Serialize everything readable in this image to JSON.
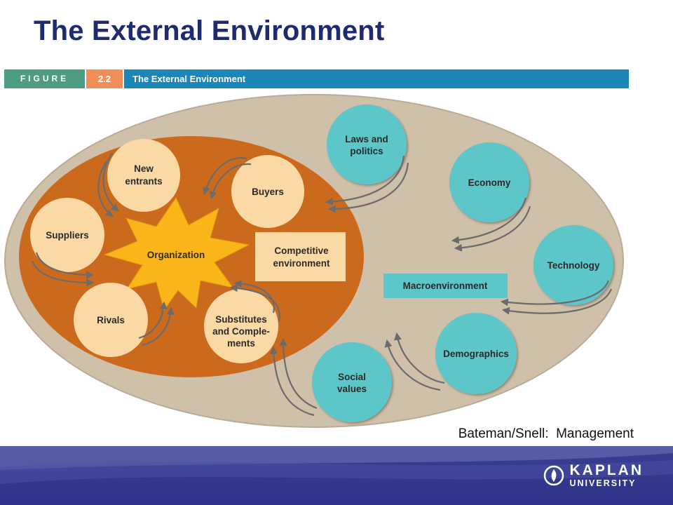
{
  "slide": {
    "title": "The External Environment",
    "credit": "Bateman/Snell:  Management"
  },
  "figure_header": {
    "word": "FIGURE",
    "number": "2.2",
    "caption": "The External Environment"
  },
  "diagram": {
    "center_label": "Organization",
    "competitive_box": [
      "Competitive",
      "environment"
    ],
    "macro_box": "Macroenvironment",
    "competitive_forces": [
      {
        "id": "new-entrants",
        "lines": [
          "New",
          "entrants"
        ]
      },
      {
        "id": "buyers",
        "lines": [
          "Buyers"
        ]
      },
      {
        "id": "suppliers",
        "lines": [
          "Suppliers"
        ]
      },
      {
        "id": "rivals",
        "lines": [
          "Rivals"
        ]
      },
      {
        "id": "substitutes",
        "lines": [
          "Substitutes",
          "and Comple-",
          "ments"
        ]
      }
    ],
    "macro_forces": [
      {
        "id": "laws",
        "lines": [
          "Laws and",
          "politics"
        ]
      },
      {
        "id": "economy",
        "lines": [
          "Economy"
        ]
      },
      {
        "id": "technology",
        "lines": [
          "Technology"
        ]
      },
      {
        "id": "demographics",
        "lines": [
          "Demographics"
        ]
      },
      {
        "id": "social",
        "lines": [
          "Social",
          "values"
        ]
      }
    ],
    "colors": {
      "outer_ellipse": "#cfc0aa",
      "inner_ellipse": "#cb6a1c",
      "competitive_circle": "#fbd9a5",
      "organization_star": "#fab619",
      "macro_circle": "#5cc6c9",
      "arrow": "#6b6b6b"
    }
  },
  "brand": {
    "line1": "KAPLAN",
    "line2": "UNIVERSITY"
  }
}
